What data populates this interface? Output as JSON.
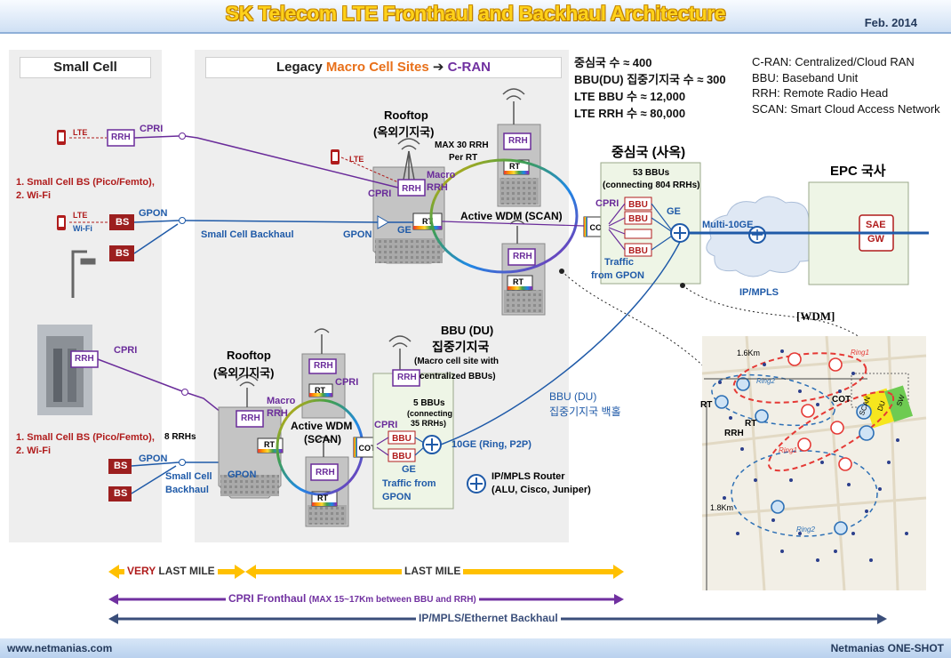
{
  "header": {
    "title": "SK Telecom LTE Fronthaul and Backhaul Architecture",
    "date": "Feb. 2014"
  },
  "footer": {
    "site": "www.netmanias.com",
    "brand": "Netmanias ONE-SHOT"
  },
  "panels": {
    "small_cell": "Small Cell",
    "legacy_prefix": "Legacy",
    "legacy_macro": "Macro Cell Sites",
    "legacy_arrow": "➔",
    "legacy_cran": "C-RAN"
  },
  "stats": [
    "중심국 수 ≈ 400",
    "BBU(DU) 집중기지국 수 ≈ 300",
    "LTE BBU 수 ≈ 12,000",
    "LTE RRH 수 ≈ 80,000"
  ],
  "legend": [
    "C-RAN: Centralized/Cloud RAN",
    "BBU: Baseband Unit",
    "RRH: Remote Radio Head",
    "SCAN: Smart Cloud Access Network"
  ],
  "small_cell_top": {
    "bs_line1": "1. Small Cell BS (Pico/Femto),",
    "bs_line2": "2. Wi-Fi",
    "lte": "LTE",
    "wifi": "Wi-Fi",
    "rrh": "RRH",
    "cpri": "CPRI",
    "bs": "BS",
    "gpon": "GPON",
    "backhaul": "Small Cell Backhaul"
  },
  "rooftop_top": {
    "title1": "Rooftop",
    "title2": "(옥외기지국)",
    "max_rrh": "MAX 30 RRH",
    "per_rt": "Per RT",
    "macro": "Macro",
    "rrh": "RRH",
    "cpri": "CPRI",
    "rt": "RT",
    "ge": "GE",
    "gpon": "GPON",
    "lte": "LTE"
  },
  "wdm_top": {
    "label": "Active WDM (SCAN)",
    "cot": "COT"
  },
  "central_office": {
    "title": "중심국 (사옥)",
    "bbus1": "53 BBUs",
    "bbus2": "(connecting 804 RRHs)",
    "cpri": "CPRI",
    "bbu": "BBU",
    "ge": "GE",
    "traffic1": "Traffic",
    "traffic2": "from GPON"
  },
  "core": {
    "multi": "Multi-10GE",
    "ipmpls": "IP/MPLS",
    "epc": "EPC 국사",
    "sae1": "SAE",
    "sae2": "GW"
  },
  "small_cell_bottom": {
    "rrh": "RRH",
    "cpri": "CPRI",
    "bs_line1": "1. Small Cell BS (Pico/Femto),",
    "bs_line2": "2. Wi-Fi",
    "rrhs8": "8 RRHs",
    "bs": "BS",
    "gpon": "GPON",
    "backhaul1": "Small Cell",
    "backhaul2": "Backhaul"
  },
  "rooftop_bottom": {
    "title1": "Rooftop",
    "title2": "(옥외기지국)",
    "macro": "Macro",
    "rrh": "RRH",
    "rt": "RT",
    "gpon": "GPON",
    "cpri": "CPRI"
  },
  "wdm_bottom": {
    "label1": "Active WDM",
    "label2": "(SCAN)",
    "cot": "COT"
  },
  "bbu_hub": {
    "title1": "BBU (DU)",
    "title2": "집중기지국",
    "sub1": "(Macro cell site with",
    "sub2": "centralized BBUs)",
    "cpri": "CPRI",
    "bbus1": "5 BBUs",
    "bbus2": "(connecting",
    "bbus3": "35 RRHs)",
    "bbu": "BBU",
    "ge": "GE",
    "traffic1": "Traffic from",
    "traffic2": "GPON",
    "ten_ge": "10GE (Ring, P2P)",
    "router1": "IP/MPLS Router",
    "router2": "(ALU, Cisco, Juniper)",
    "backhaul1": "BBU (DU)",
    "backhaul2": "집중기지국 백홀"
  },
  "map": {
    "wdm": "[WDM]",
    "d1": "1.6Km",
    "d2": "1.8Km",
    "rt": "RT",
    "rrh": "RRH",
    "cot": "COT",
    "scan": "SCAN",
    "du": "DU",
    "sw": "SW",
    "ring1": "Ring1",
    "ring2": "Ring2"
  },
  "bottom_bars": {
    "very_last_prefix": "VERY",
    "very_last_suffix": "LAST MILE",
    "last_mile": "LAST MILE",
    "cpri_fronthaul": "CPRI Fronthaul",
    "cpri_note": "(MAX 15~17Km between BBU and RRH)",
    "backhaul": "IP/MPLS/Ethernet Backhaul"
  },
  "colors": {
    "purple": "#6a2c9a",
    "blue": "#1f5aa8",
    "red": "#b01c1c",
    "yellow": "#ffc000",
    "navy": "#3a4e7a"
  }
}
